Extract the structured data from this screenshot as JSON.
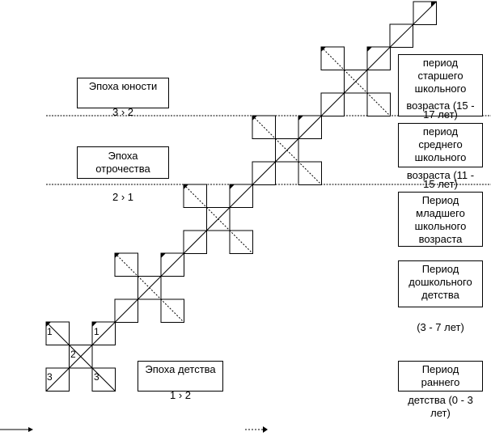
{
  "eras": [
    {
      "id": "youth",
      "label": "Эпоха юности",
      "phase": "3 › 2"
    },
    {
      "id": "adolescence",
      "label": "Эпоха отрочества",
      "phase": "2 › 1"
    },
    {
      "id": "childhood",
      "label": "Эпоха детства",
      "phase": "1 › 2"
    }
  ],
  "periods": [
    {
      "id": "senior",
      "lines": [
        "период",
        "старшего",
        "школьного",
        "возраста (15 -",
        "17 лет)"
      ]
    },
    {
      "id": "middle",
      "lines": [
        "период",
        "среднего",
        "школьного",
        "возраста (11 -",
        "15 лет)"
      ]
    },
    {
      "id": "junior",
      "lines": [
        "Период",
        "младшего",
        "школьного",
        "возраста"
      ]
    },
    {
      "id": "preschool",
      "lines": [
        "Период",
        "дошкольного",
        "детства"
      ],
      "note": "(3 - 7 лет)"
    },
    {
      "id": "early",
      "lines": [
        "Период",
        "раннего",
        "детства (0 - 3",
        "лет)"
      ]
    }
  ],
  "cross_labels": {
    "tl": "1",
    "tr": "1",
    "center": "2",
    "bl": "3",
    "br": "3"
  }
}
